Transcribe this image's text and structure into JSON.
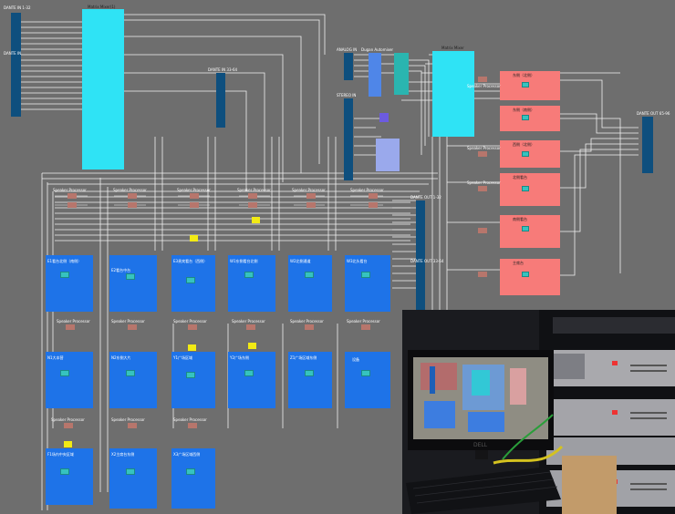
{
  "labels": {
    "dante_in": "DANTE IN 1-32",
    "dante_in_side": "DANTE IN",
    "matrix1": "Matrix Mixer(1)",
    "matrix2": "Matrix Mixer",
    "dante_in_b": "DANTE IN 33-64",
    "analog_in": "ANALOG IN",
    "dugan": "Dugan Automixer",
    "stereo_in": "STEREO IN",
    "dante_out_a": "DANTE OUT 1-32",
    "dante_out_b": "DANTE OUT 33-64",
    "dante_out_right": "DANTE OUT 65-96",
    "speaker_processor": "Speaker Processor"
  },
  "zones": [
    {
      "label": "E1看台北侧（南侧）"
    },
    {
      "label": "E2看台中台"
    },
    {
      "label": "E3贵宾看台（西侧）"
    },
    {
      "label": "W1东侧看台北侧"
    },
    {
      "label": "W2北侧通道"
    },
    {
      "label": "W3北头看台"
    },
    {
      "label": "N1大本营"
    },
    {
      "label": "N2东侧大片"
    },
    {
      "label": "Y1广场区域"
    },
    {
      "label": "Y2广场东侧"
    },
    {
      "label": "Z1广场区域东侧"
    },
    {
      "label": "设备"
    },
    {
      "label": "F1场内中央区域"
    },
    {
      "label": "X2主席台东侧"
    },
    {
      "label": "X3广场区域西侧"
    }
  ],
  "outputs": [
    {
      "label": "东侧（北侧）"
    },
    {
      "label": "东侧（南侧）"
    },
    {
      "label": "西侧（北侧）"
    },
    {
      "label": "北侧看台"
    },
    {
      "label": "南侧看台"
    },
    {
      "label": "主席台"
    }
  ],
  "monitor": {
    "brand": "DELL"
  },
  "colors": {
    "canvas": "#6e6e6e",
    "navy": "#0e4f7e",
    "cyan": "#2fe3f5",
    "blue": "#1e73e8",
    "salmon": "#f77b79",
    "yellow": "#f2ea14"
  }
}
